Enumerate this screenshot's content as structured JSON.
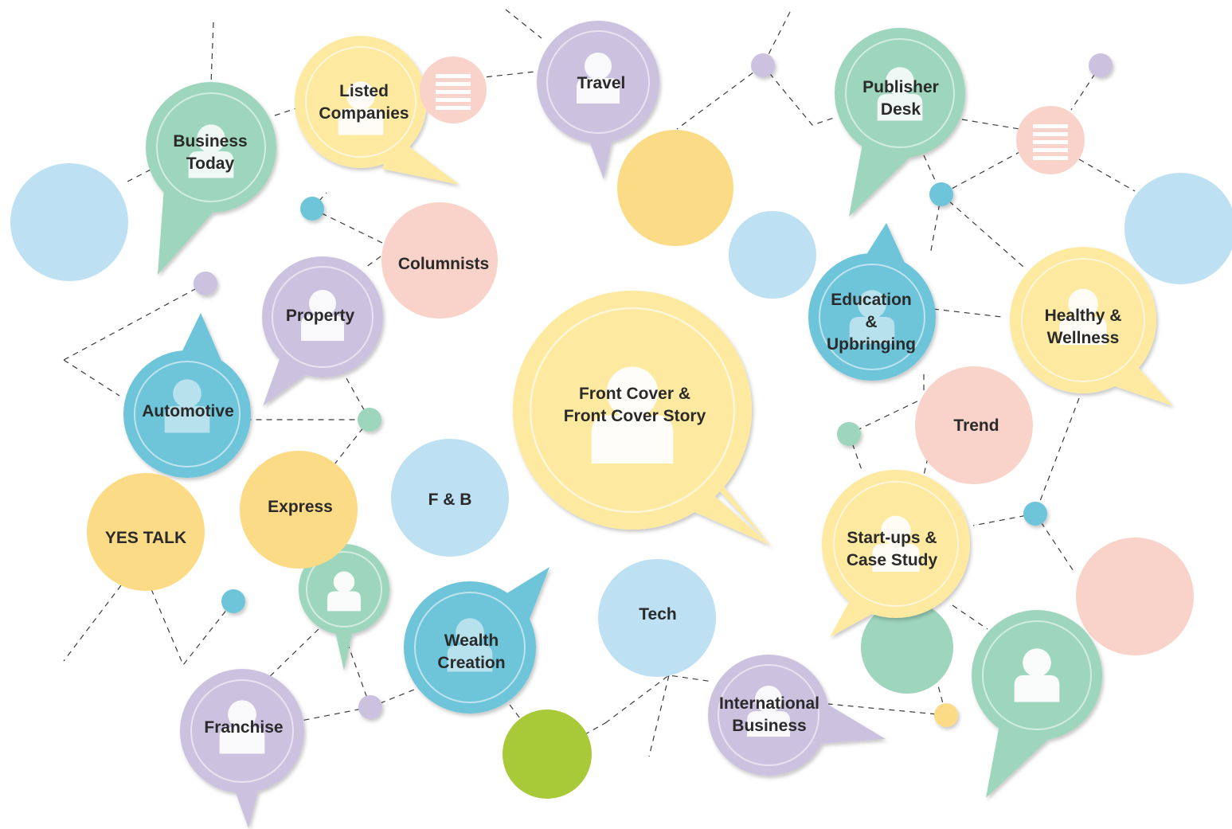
{
  "colors": {
    "yellow": "#fde9a0",
    "yellow_dark": "#fcdb86",
    "green": "#9dd5bd",
    "purple": "#cbc2df",
    "teal": "#6ec4d9",
    "blue_light": "#bde0f3",
    "pink": "#f9d2c9",
    "lime": "#a8c938",
    "line": "#3a3a3a"
  },
  "topics": {
    "business_today": [
      "Business",
      "Today"
    ],
    "listed_companies": [
      "Listed",
      "Companies"
    ],
    "travel": [
      "Travel"
    ],
    "publisher_desk": [
      "Publisher",
      "Desk"
    ],
    "columnists": [
      "Columnists"
    ],
    "property": [
      "Property"
    ],
    "automotive": [
      "Automotive"
    ],
    "education": [
      "Education",
      "&",
      "Upbringing"
    ],
    "healthy": [
      "Healthy &",
      "Wellness"
    ],
    "front_cover": [
      "Front Cover &",
      "Front Cover Story"
    ],
    "trend": [
      "Trend"
    ],
    "yes_talk": [
      "YES TALK"
    ],
    "express": [
      "Express"
    ],
    "fb": [
      "F & B"
    ],
    "startups": [
      "Start-ups &",
      "Case Study"
    ],
    "tech": [
      "Tech"
    ],
    "wealth": [
      "Wealth",
      "Creation"
    ],
    "franchise": [
      "Franchise"
    ],
    "international": [
      "International",
      "Business"
    ]
  }
}
